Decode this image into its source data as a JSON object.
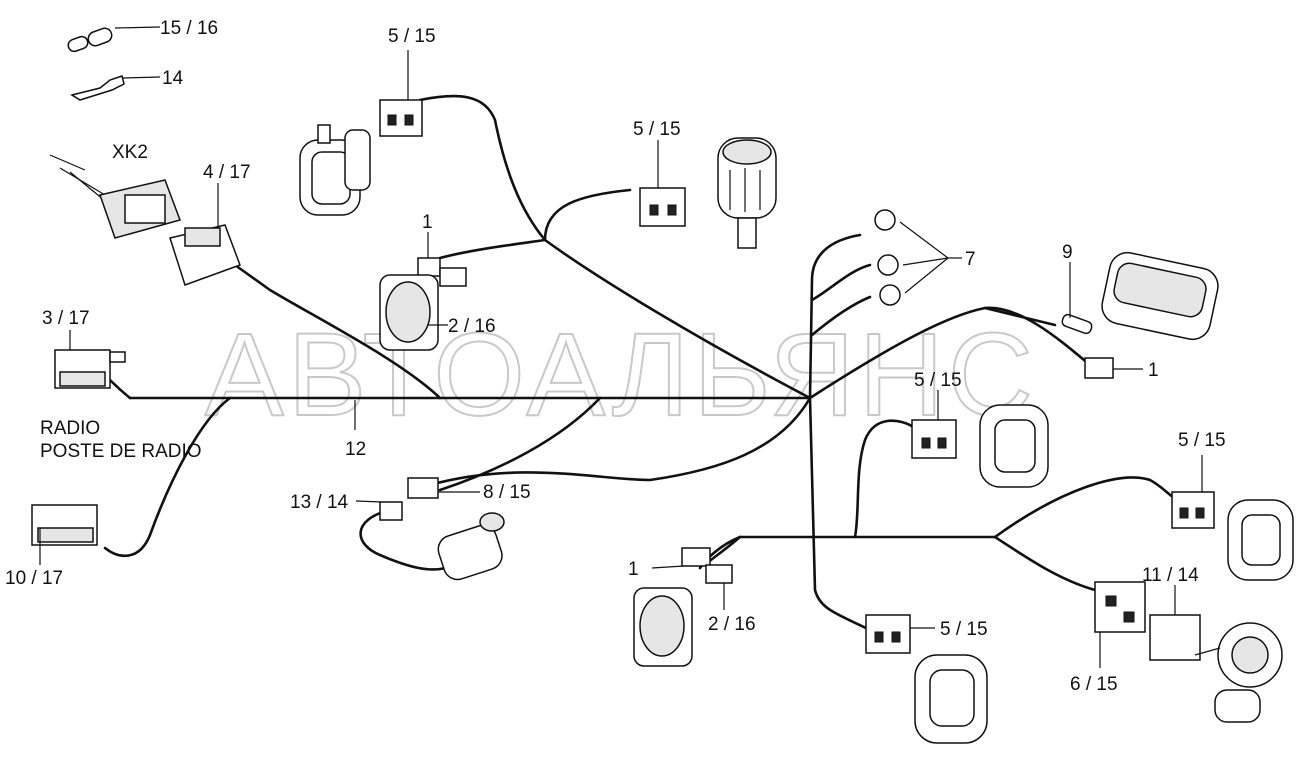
{
  "watermark": "АВТОАЛЬЯНС",
  "labels": {
    "l_15_16": "15 / 16",
    "l_14": "14",
    "l_xk2": "XK2",
    "l_4_17": "4 / 17",
    "l_5_15_top": "5 / 15",
    "l_5_15_mid": "5 / 15",
    "l_1_top": "1",
    "l_2_16_top": "2 / 16",
    "l_3_17": "3 / 17",
    "l_radio1": "RADIO",
    "l_radio2": "POSTE DE RADIO",
    "l_12": "12",
    "l_10_17": "10 / 17",
    "l_13_14": "13 / 14",
    "l_8_15": "8 / 15",
    "l_7": "7",
    "l_9": "9",
    "l_1_right": "1",
    "l_5_15_right": "5 / 15",
    "l_5_15_far": "5 / 15",
    "l_1_bottom": "1",
    "l_2_16_bottom": "2 / 16",
    "l_5_15_bottom": "5 / 15",
    "l_11_14": "11 / 14",
    "l_6_15": "6 / 15"
  }
}
